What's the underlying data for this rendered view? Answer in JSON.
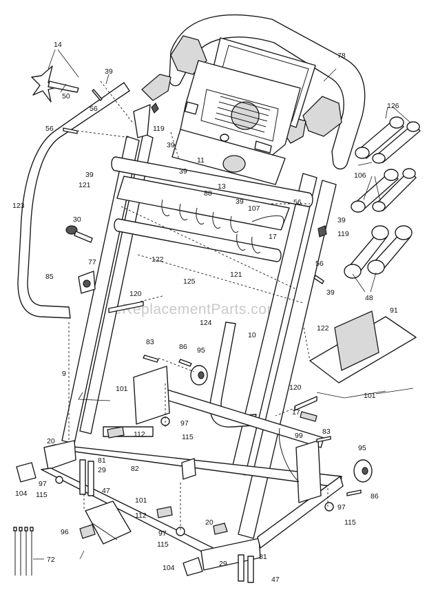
{
  "watermark": "eReplacementParts.com",
  "callouts": [
    {
      "id": "c14a",
      "text": "14"
    },
    {
      "id": "c50",
      "text": "50"
    },
    {
      "id": "c39a",
      "text": "39"
    },
    {
      "id": "c56a",
      "text": "56"
    },
    {
      "id": "c56b",
      "text": "56"
    },
    {
      "id": "c119a",
      "text": "119"
    },
    {
      "id": "c39b",
      "text": "39"
    },
    {
      "id": "c39c",
      "text": "39"
    },
    {
      "id": "c11",
      "text": "11"
    },
    {
      "id": "c13",
      "text": "13"
    },
    {
      "id": "c39d",
      "text": "39"
    },
    {
      "id": "c121a",
      "text": "121"
    },
    {
      "id": "c88",
      "text": "88"
    },
    {
      "id": "c39e",
      "text": "39"
    },
    {
      "id": "c107",
      "text": "107"
    },
    {
      "id": "c56c",
      "text": "56"
    },
    {
      "id": "c39f",
      "text": "39"
    },
    {
      "id": "c123",
      "text": "123"
    },
    {
      "id": "c30",
      "text": "30"
    },
    {
      "id": "c17a",
      "text": "17"
    },
    {
      "id": "c119b",
      "text": "119"
    },
    {
      "id": "c78",
      "text": "78"
    },
    {
      "id": "c126",
      "text": "126"
    },
    {
      "id": "c106",
      "text": "106"
    },
    {
      "id": "c122a",
      "text": "122"
    },
    {
      "id": "c77",
      "text": "77"
    },
    {
      "id": "c85",
      "text": "85"
    },
    {
      "id": "c125",
      "text": "125"
    },
    {
      "id": "c121b",
      "text": "121"
    },
    {
      "id": "c56d",
      "text": "56"
    },
    {
      "id": "c39g",
      "text": "39"
    },
    {
      "id": "c48",
      "text": "48"
    },
    {
      "id": "c120a",
      "text": "120"
    },
    {
      "id": "c124",
      "text": "124"
    },
    {
      "id": "c10",
      "text": "10"
    },
    {
      "id": "c122b",
      "text": "122"
    },
    {
      "id": "c91",
      "text": "91"
    },
    {
      "id": "c83a",
      "text": "83"
    },
    {
      "id": "c86a",
      "text": "86"
    },
    {
      "id": "c95a",
      "text": "95"
    },
    {
      "id": "c9",
      "text": "9"
    },
    {
      "id": "c101a",
      "text": "101"
    },
    {
      "id": "c120b",
      "text": "120"
    },
    {
      "id": "c101b",
      "text": "101"
    },
    {
      "id": "c97a",
      "text": "97"
    },
    {
      "id": "c112a",
      "text": "112"
    },
    {
      "id": "c115a",
      "text": "115"
    },
    {
      "id": "c17b",
      "text": "17"
    },
    {
      "id": "c83b",
      "text": "83"
    },
    {
      "id": "c99",
      "text": "99"
    },
    {
      "id": "c20a",
      "text": "20"
    },
    {
      "id": "c81a",
      "text": "81"
    },
    {
      "id": "c29a",
      "text": "29"
    },
    {
      "id": "c95b",
      "text": "95"
    },
    {
      "id": "c104a",
      "text": "104"
    },
    {
      "id": "c97b",
      "text": "97"
    },
    {
      "id": "c47a",
      "text": "47"
    },
    {
      "id": "c115b",
      "text": "115"
    },
    {
      "id": "c82",
      "text": "82"
    },
    {
      "id": "c86b",
      "text": "86"
    },
    {
      "id": "c101c",
      "text": "101"
    },
    {
      "id": "c112b",
      "text": "112"
    },
    {
      "id": "c97c",
      "text": "97"
    },
    {
      "id": "c115c",
      "text": "115"
    },
    {
      "id": "c96",
      "text": "96"
    },
    {
      "id": "c20b",
      "text": "20"
    },
    {
      "id": "c97d",
      "text": "97"
    },
    {
      "id": "c115d",
      "text": "115"
    },
    {
      "id": "c81b",
      "text": "81"
    },
    {
      "id": "c29b",
      "text": "29"
    },
    {
      "id": "c104b",
      "text": "104"
    },
    {
      "id": "c47b",
      "text": "47"
    },
    {
      "id": "c72",
      "text": "72"
    }
  ]
}
